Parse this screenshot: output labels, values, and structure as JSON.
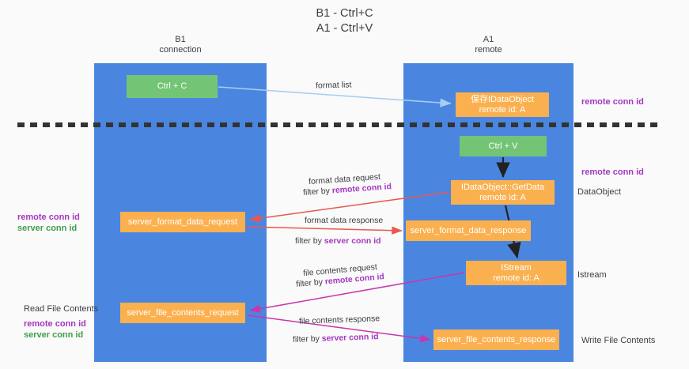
{
  "title": {
    "line1": "B1 - Ctrl+C",
    "line2": "A1 - Ctrl+V"
  },
  "columns": [
    {
      "name": "B1",
      "sub": "connection"
    },
    {
      "name": "A1",
      "sub": "remote"
    }
  ],
  "colors": {
    "lane": "#4a86e0",
    "node_green": "#74c476",
    "node_orange": "#fbb04f",
    "accent_purple": "#a238c0",
    "accent_green": "#3f9e4d",
    "arrow_blue": "#a8cdf0",
    "arrow_red": "#e8584f",
    "arrow_magenta": "#c837ab",
    "arrow_black": "#222222",
    "divider": "#333333",
    "background": "#fafafa"
  },
  "nodes": {
    "ctrl_c": {
      "label": "Ctrl + C",
      "sub": ""
    },
    "copy_dataobject": {
      "label": "保存IDataObject",
      "sub": "remote id: A"
    },
    "ctrl_v": {
      "label": "Ctrl + V",
      "sub": ""
    },
    "get_data": {
      "label": "IDataObject::GetData",
      "sub": "remote id: A"
    },
    "server_format_data_request": {
      "label": "server_format_data_request",
      "sub": ""
    },
    "server_format_data_response": {
      "label": "server_format_data_response",
      "sub": ""
    },
    "istream": {
      "label": "IStream",
      "sub": "remote id: A"
    },
    "server_file_contents_request": {
      "label": "server_file_contents_request",
      "sub": ""
    },
    "server_file_contents_response": {
      "label": "server_file_contents_response",
      "sub": ""
    }
  },
  "edge_labels": {
    "format_list": "format list",
    "format_data_request": "format data request",
    "format_data_request_filter_prefix": "filter by ",
    "format_data_request_filter_key": "remote conn id",
    "format_data_response": "format data response",
    "format_data_response_filter_prefix": "filter by ",
    "format_data_response_filter_key": "server conn id",
    "file_contents_request": "file contents request",
    "file_contents_request_filter_prefix": "filter by ",
    "file_contents_request_filter_key": "remote conn id",
    "file_contents_response": "file contents response",
    "file_contents_response_filter_prefix": "filter by ",
    "file_contents_response_filter_key": "server conn id"
  },
  "annotations": {
    "right_remote_conn_id_top": "remote conn id",
    "right_remote_conn_id_mid": "remote conn id",
    "right_dataobject": "DataObject",
    "right_istream": "Istream",
    "right_write_file_contents": "Write File Contents",
    "left_remote_conn_id_1": "remote conn id",
    "left_server_conn_id_1": "server conn id",
    "left_read_file_contents": "Read File Contents",
    "left_remote_conn_id_2": "remote conn id",
    "left_server_conn_id_2": "server conn id"
  }
}
